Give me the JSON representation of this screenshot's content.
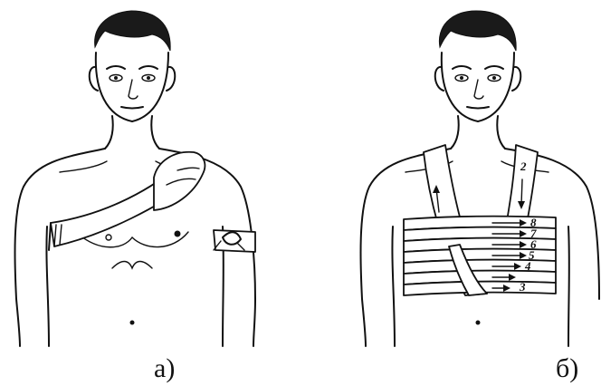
{
  "panels": [
    {
      "caption": "а)"
    },
    {
      "caption": "б)",
      "labels": [
        "2",
        "8",
        "7",
        "6",
        "5",
        "4",
        "3"
      ]
    }
  ]
}
